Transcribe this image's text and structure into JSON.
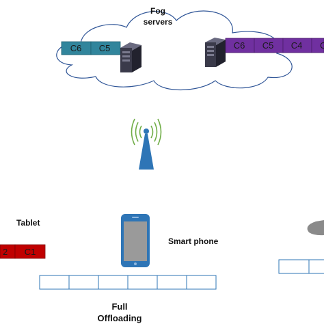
{
  "colors": {
    "background": "#ffffff",
    "cloud_stroke": "#2f5597",
    "queue_left_fill": "#31859c",
    "queue_right_fill": "#7030a0",
    "queue_tablet_fill": "#c00000",
    "queue_empty_stroke": "#2e75b6",
    "antenna": "#2e75b6",
    "signal_waves": "#70ad47",
    "server_body": "#3a3a4a",
    "phone_body": "#2e75b6"
  },
  "fog": {
    "label_line1": "Fog",
    "label_line2": "servers"
  },
  "server_left": {
    "icon": "server-tower-icon",
    "queue": [
      "C6",
      "C5"
    ]
  },
  "server_right": {
    "icon": "server-tower-icon",
    "queue": [
      "C6",
      "C5",
      "C4",
      "C"
    ]
  },
  "antenna": {
    "icon": "antenna-tower-icon"
  },
  "tablet": {
    "label": "Tablet",
    "queue": [
      "2",
      "C1"
    ]
  },
  "smartphone": {
    "label": "Smart phone",
    "icon": "smartphone-icon",
    "queue_slots": 6
  },
  "right_device": {
    "icon": "device-partial-icon",
    "queue_slots": 2
  },
  "offloading": {
    "label_line1": "Full",
    "label_line2": "Offloading"
  }
}
